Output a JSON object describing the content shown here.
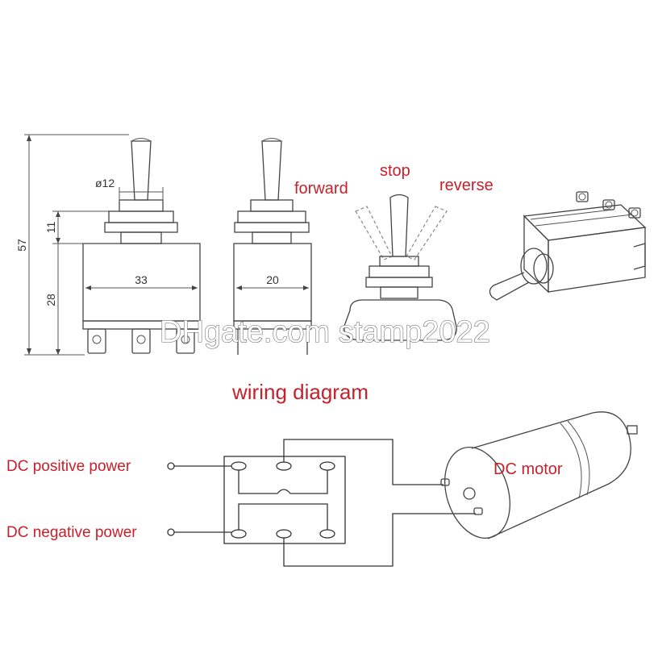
{
  "dimensions": {
    "height_total": "57",
    "height_upper": "11",
    "height_body": "28",
    "diameter": "ø12",
    "width_front": "33",
    "width_side": "20"
  },
  "positions": {
    "forward": "forward",
    "stop": "stop",
    "reverse": "reverse"
  },
  "wiring": {
    "title": "wiring diagram",
    "positive": "DC positive power",
    "negative": "DC negative power",
    "motor": "DC motor"
  },
  "watermark": "DHgate.com stamp2022",
  "colors": {
    "label_red": "#c8202b",
    "line": "#444444"
  }
}
